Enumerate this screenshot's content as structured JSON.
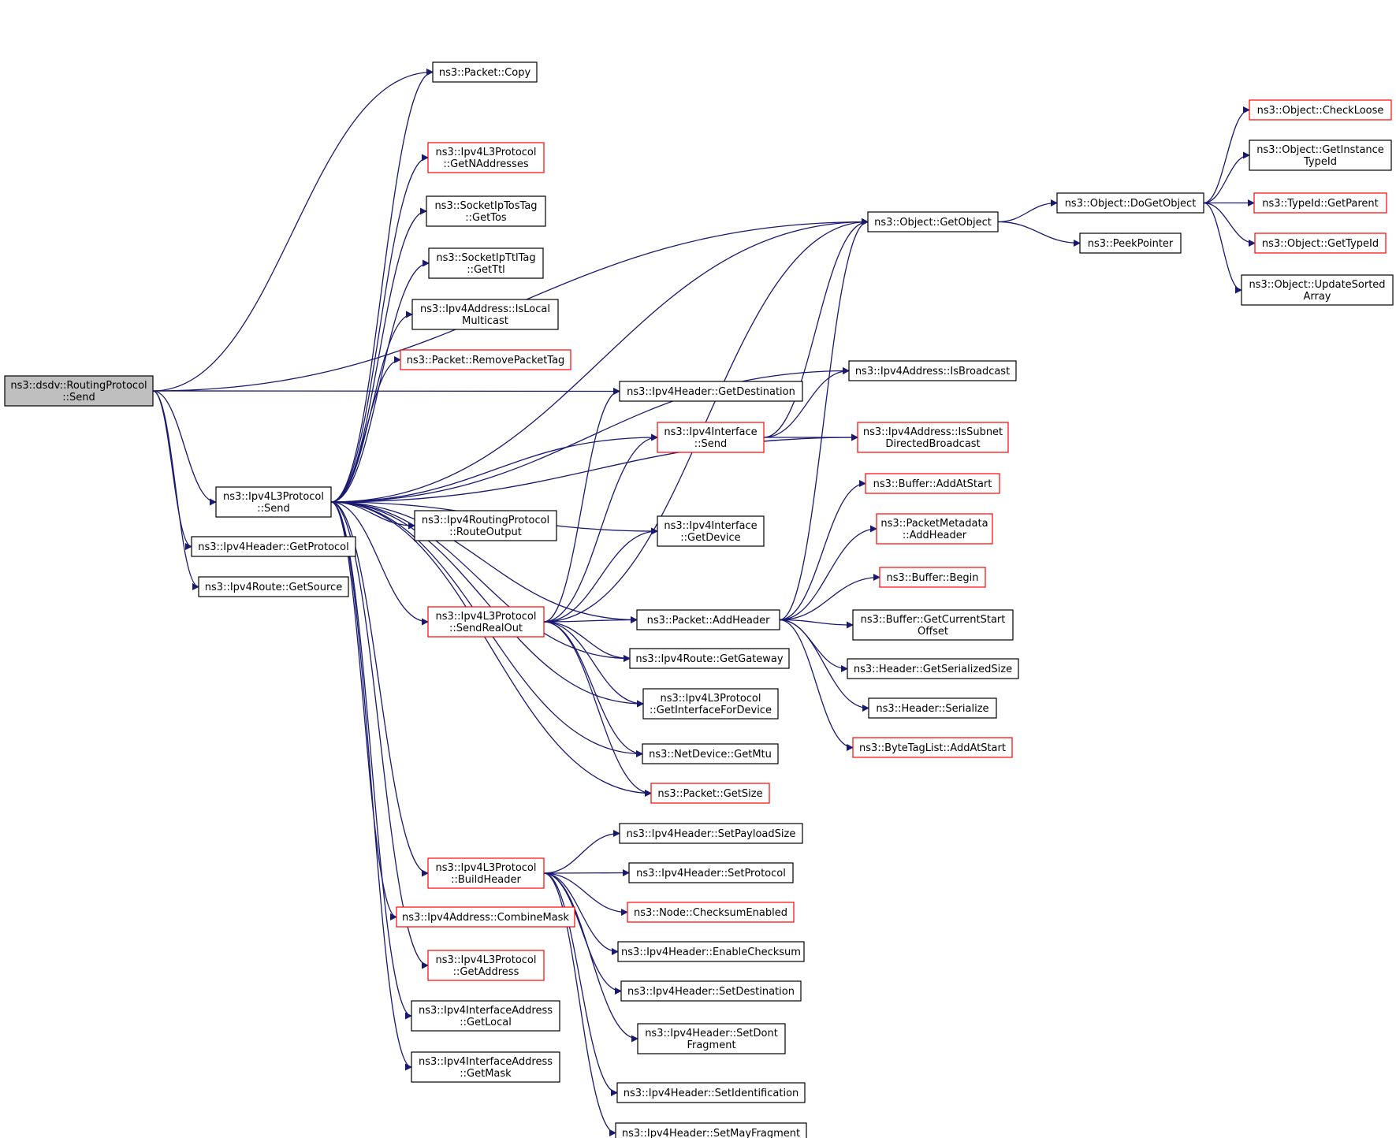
{
  "colors": {
    "edge": "#191970",
    "border_normal": "#000000",
    "border_truncated": "#ff0000",
    "fill_normal": "#ffffff",
    "fill_root": "#bfbfbf"
  },
  "nodes": {
    "root": {
      "lines": [
        "ns3::dsdv::RoutingProtocol",
        "::Send"
      ],
      "style": "root"
    },
    "l3send": {
      "lines": [
        "ns3::Ipv4L3Protocol",
        "::Send"
      ],
      "style": "normal"
    },
    "getprotocol": {
      "lines": [
        "ns3::Ipv4Header::GetProtocol"
      ],
      "style": "normal"
    },
    "getsource": {
      "lines": [
        "ns3::Ipv4Route::GetSource"
      ],
      "style": "normal"
    },
    "copy": {
      "lines": [
        "ns3::Packet::Copy"
      ],
      "style": "normal"
    },
    "getnaddresses": {
      "lines": [
        "ns3::Ipv4L3Protocol",
        "::GetNAddresses"
      ],
      "style": "truncated"
    },
    "gettos": {
      "lines": [
        "ns3::SocketIpTosTag",
        "::GetTos"
      ],
      "style": "normal"
    },
    "getttl": {
      "lines": [
        "ns3::SocketIpTtlTag",
        "::GetTtl"
      ],
      "style": "normal"
    },
    "islocalmulticast": {
      "lines": [
        "ns3::Ipv4Address::IsLocal",
        "Multicast"
      ],
      "style": "normal"
    },
    "removepackettag": {
      "lines": [
        "ns3::Packet::RemovePacketTag"
      ],
      "style": "truncated"
    },
    "routeoutput": {
      "lines": [
        "ns3::Ipv4RoutingProtocol",
        "::RouteOutput"
      ],
      "style": "normal"
    },
    "sendrealout": {
      "lines": [
        "ns3::Ipv4L3Protocol",
        "::SendRealOut"
      ],
      "style": "truncated"
    },
    "buildheader": {
      "lines": [
        "ns3::Ipv4L3Protocol",
        "::BuildHeader"
      ],
      "style": "truncated"
    },
    "combinemask": {
      "lines": [
        "ns3::Ipv4Address::CombineMask"
      ],
      "style": "truncated"
    },
    "getaddress": {
      "lines": [
        "ns3::Ipv4L3Protocol",
        "::GetAddress"
      ],
      "style": "truncated"
    },
    "getlocal": {
      "lines": [
        "ns3::Ipv4InterfaceAddress",
        "::GetLocal"
      ],
      "style": "normal"
    },
    "getmask": {
      "lines": [
        "ns3::Ipv4InterfaceAddress",
        "::GetMask"
      ],
      "style": "normal"
    },
    "getdestination": {
      "lines": [
        "ns3::Ipv4Header::GetDestination"
      ],
      "style": "normal"
    },
    "ifsend": {
      "lines": [
        "ns3::Ipv4Interface",
        "::Send"
      ],
      "style": "truncated"
    },
    "getdevice": {
      "lines": [
        "ns3::Ipv4Interface",
        "::GetDevice"
      ],
      "style": "normal"
    },
    "addheader": {
      "lines": [
        "ns3::Packet::AddHeader"
      ],
      "style": "normal"
    },
    "getgateway": {
      "lines": [
        "ns3::Ipv4Route::GetGateway"
      ],
      "style": "normal"
    },
    "getinterfacefordevice": {
      "lines": [
        "ns3::Ipv4L3Protocol",
        "::GetInterfaceForDevice"
      ],
      "style": "normal"
    },
    "getmtu": {
      "lines": [
        "ns3::NetDevice::GetMtu"
      ],
      "style": "normal"
    },
    "getsize": {
      "lines": [
        "ns3::Packet::GetSize"
      ],
      "style": "truncated"
    },
    "setpayloadsize": {
      "lines": [
        "ns3::Ipv4Header::SetPayloadSize"
      ],
      "style": "normal"
    },
    "setprotocol": {
      "lines": [
        "ns3::Ipv4Header::SetProtocol"
      ],
      "style": "normal"
    },
    "checksumenabled": {
      "lines": [
        "ns3::Node::ChecksumEnabled"
      ],
      "style": "truncated"
    },
    "enablechecksum": {
      "lines": [
        "ns3::Ipv4Header::EnableChecksum"
      ],
      "style": "normal"
    },
    "setdestination": {
      "lines": [
        "ns3::Ipv4Header::SetDestination"
      ],
      "style": "normal"
    },
    "setdontfragment": {
      "lines": [
        "ns3::Ipv4Header::SetDont",
        "Fragment"
      ],
      "style": "normal"
    },
    "setidentification": {
      "lines": [
        "ns3::Ipv4Header::SetIdentification"
      ],
      "style": "normal"
    },
    "setmayfragment": {
      "lines": [
        "ns3::Ipv4Header::SetMayFragment"
      ],
      "style": "normal"
    },
    "getobject": {
      "lines": [
        "ns3::Object::GetObject"
      ],
      "style": "normal"
    },
    "isbroadcast": {
      "lines": [
        "ns3::Ipv4Address::IsBroadcast"
      ],
      "style": "normal"
    },
    "issubnetdirectedbroadcast": {
      "lines": [
        "ns3::Ipv4Address::IsSubnet",
        "DirectedBroadcast"
      ],
      "style": "truncated"
    },
    "addatstart": {
      "lines": [
        "ns3::Buffer::AddAtStart"
      ],
      "style": "truncated"
    },
    "metadataaddheader": {
      "lines": [
        "ns3::PacketMetadata",
        "::AddHeader"
      ],
      "style": "truncated"
    },
    "bufferbegin": {
      "lines": [
        "ns3::Buffer::Begin"
      ],
      "style": "truncated"
    },
    "getcurrentstartoffset": {
      "lines": [
        "ns3::Buffer::GetCurrentStart",
        "Offset"
      ],
      "style": "normal"
    },
    "getserializedsize": {
      "lines": [
        "ns3::Header::GetSerializedSize"
      ],
      "style": "normal"
    },
    "serialize": {
      "lines": [
        "ns3::Header::Serialize"
      ],
      "style": "normal"
    },
    "bytetagaddatstart": {
      "lines": [
        "ns3::ByteTagList::AddAtStart"
      ],
      "style": "truncated"
    },
    "dogetobject": {
      "lines": [
        "ns3::Object::DoGetObject"
      ],
      "style": "normal"
    },
    "peekpointer": {
      "lines": [
        "ns3::PeekPointer"
      ],
      "style": "normal"
    },
    "checkloose": {
      "lines": [
        "ns3::Object::CheckLoose"
      ],
      "style": "truncated"
    },
    "getinstancetypeid": {
      "lines": [
        "ns3::Object::GetInstance",
        "TypeId"
      ],
      "style": "normal"
    },
    "getparent": {
      "lines": [
        "ns3::TypeId::GetParent"
      ],
      "style": "truncated"
    },
    "gettypeid": {
      "lines": [
        "ns3::Object::GetTypeId"
      ],
      "style": "truncated"
    },
    "updatesortedarray": {
      "lines": [
        "ns3::Object::UpdateSorted",
        "Array"
      ],
      "style": "normal"
    }
  },
  "edges": [
    [
      "root",
      "l3send"
    ],
    [
      "root",
      "getprotocol"
    ],
    [
      "root",
      "getsource"
    ],
    [
      "root",
      "copy"
    ],
    [
      "root",
      "getobject"
    ],
    [
      "root",
      "getdestination"
    ],
    [
      "l3send",
      "copy"
    ],
    [
      "l3send",
      "getnaddresses"
    ],
    [
      "l3send",
      "gettos"
    ],
    [
      "l3send",
      "getttl"
    ],
    [
      "l3send",
      "islocalmulticast"
    ],
    [
      "l3send",
      "removepackettag"
    ],
    [
      "l3send",
      "routeoutput"
    ],
    [
      "l3send",
      "sendrealout"
    ],
    [
      "l3send",
      "buildheader"
    ],
    [
      "l3send",
      "combinemask"
    ],
    [
      "l3send",
      "getaddress"
    ],
    [
      "l3send",
      "getlocal"
    ],
    [
      "l3send",
      "getmask"
    ],
    [
      "l3send",
      "getobject"
    ],
    [
      "l3send",
      "isbroadcast"
    ],
    [
      "l3send",
      "ifsend"
    ],
    [
      "l3send",
      "issubnetdirectedbroadcast"
    ],
    [
      "l3send",
      "getdevice"
    ],
    [
      "l3send",
      "addheader"
    ],
    [
      "l3send",
      "getgateway"
    ],
    [
      "l3send",
      "getinterfacefordevice"
    ],
    [
      "l3send",
      "getmtu"
    ],
    [
      "l3send",
      "getsize"
    ],
    [
      "sendrealout",
      "getdestination"
    ],
    [
      "sendrealout",
      "ifsend"
    ],
    [
      "sendrealout",
      "getdevice"
    ],
    [
      "sendrealout",
      "addheader"
    ],
    [
      "sendrealout",
      "getgateway"
    ],
    [
      "sendrealout",
      "getinterfacefordevice"
    ],
    [
      "sendrealout",
      "getmtu"
    ],
    [
      "sendrealout",
      "getsize"
    ],
    [
      "sendrealout",
      "getobject"
    ],
    [
      "buildheader",
      "setpayloadsize"
    ],
    [
      "buildheader",
      "setprotocol"
    ],
    [
      "buildheader",
      "checksumenabled"
    ],
    [
      "buildheader",
      "enablechecksum"
    ],
    [
      "buildheader",
      "setdestination"
    ],
    [
      "buildheader",
      "setdontfragment"
    ],
    [
      "buildheader",
      "setidentification"
    ],
    [
      "buildheader",
      "setmayfragment"
    ],
    [
      "ifsend",
      "getobject"
    ],
    [
      "ifsend",
      "isbroadcast"
    ],
    [
      "ifsend",
      "issubnetdirectedbroadcast"
    ],
    [
      "addheader",
      "addatstart"
    ],
    [
      "addheader",
      "metadataaddheader"
    ],
    [
      "addheader",
      "bufferbegin"
    ],
    [
      "addheader",
      "getcurrentstartoffset"
    ],
    [
      "addheader",
      "getserializedsize"
    ],
    [
      "addheader",
      "serialize"
    ],
    [
      "addheader",
      "bytetagaddatstart"
    ],
    [
      "addheader",
      "getobject"
    ],
    [
      "getobject",
      "dogetobject"
    ],
    [
      "getobject",
      "peekpointer"
    ],
    [
      "dogetobject",
      "checkloose"
    ],
    [
      "dogetobject",
      "getinstancetypeid"
    ],
    [
      "dogetobject",
      "getparent"
    ],
    [
      "dogetobject",
      "gettypeid"
    ],
    [
      "dogetobject",
      "updatesortedarray"
    ]
  ]
}
